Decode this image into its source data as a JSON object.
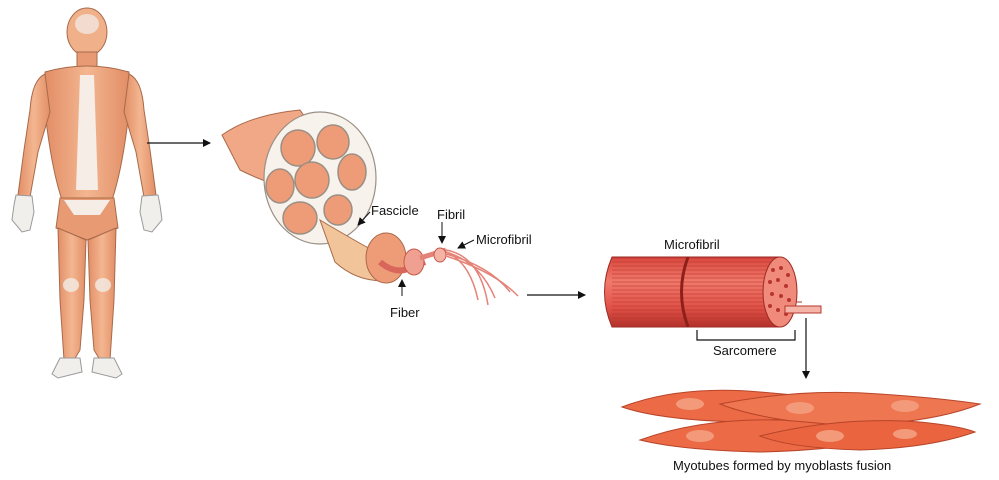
{
  "labels": {
    "fascicle": "Fascicle",
    "fibril": "Fibril",
    "microfibril_small": "Microfibril",
    "fiber": "Fiber",
    "microfibril_big": "Microfibril",
    "sarcomere": "Sarcomere",
    "caption": "Myotubes formed by myoblasts fusion"
  },
  "colors": {
    "muscle_light": "#f2b48f",
    "muscle_mid": "#e8916a",
    "muscle_dark": "#c9663f",
    "fiber_red": "#e2544a",
    "fiber_dark": "#b3312b",
    "cell_fill": "#ec6a45",
    "nucleus": "#f29a7a",
    "tendon": "#f7f1ea",
    "line": "#111111"
  }
}
